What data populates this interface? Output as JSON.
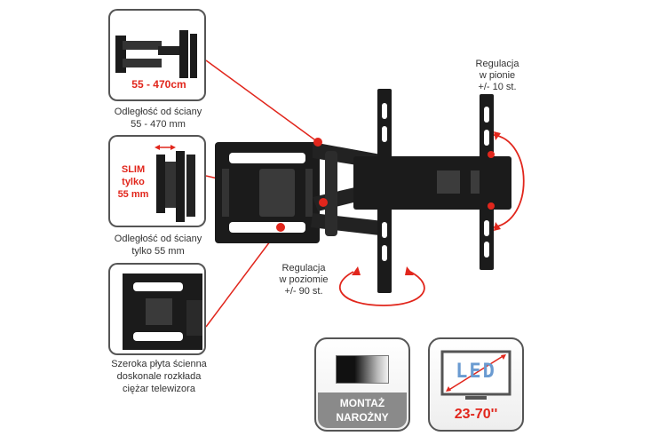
{
  "callouts": {
    "distance_box": {
      "dimension_label": "55 - 470cm",
      "caption_line1": "Odległość od ściany",
      "caption_line2": "55 - 470 mm"
    },
    "slim_box": {
      "label_line1": "SLIM",
      "label_line2": "tylko",
      "label_line3": "55 mm",
      "caption_line1": "Odległość od ściany",
      "caption_line2": "tylko 55 mm"
    },
    "plate_box": {
      "caption_line1": "Szeroka płyta ścienna",
      "caption_line2": "doskonale rozkłada",
      "caption_line3": "ciężar telewizora"
    }
  },
  "annotations": {
    "vertical": {
      "line1": "Regulacja",
      "line2": "w pionie",
      "line3": "+/- 10 st."
    },
    "horizontal": {
      "line1": "Regulacja",
      "line2": "w poziomie",
      "line3": "+/- 90 st."
    }
  },
  "badges": {
    "corner": {
      "line1": "MONTAŻ",
      "line2": "NAROŻNY"
    },
    "led": {
      "logo_text": "LED",
      "size_range": "23-70''"
    }
  },
  "colors": {
    "accent_red": "#e1261c",
    "bracket_black": "#1b1b1b",
    "frame_gray": "#555555",
    "badge_label_bg": "#8a8a8a"
  }
}
